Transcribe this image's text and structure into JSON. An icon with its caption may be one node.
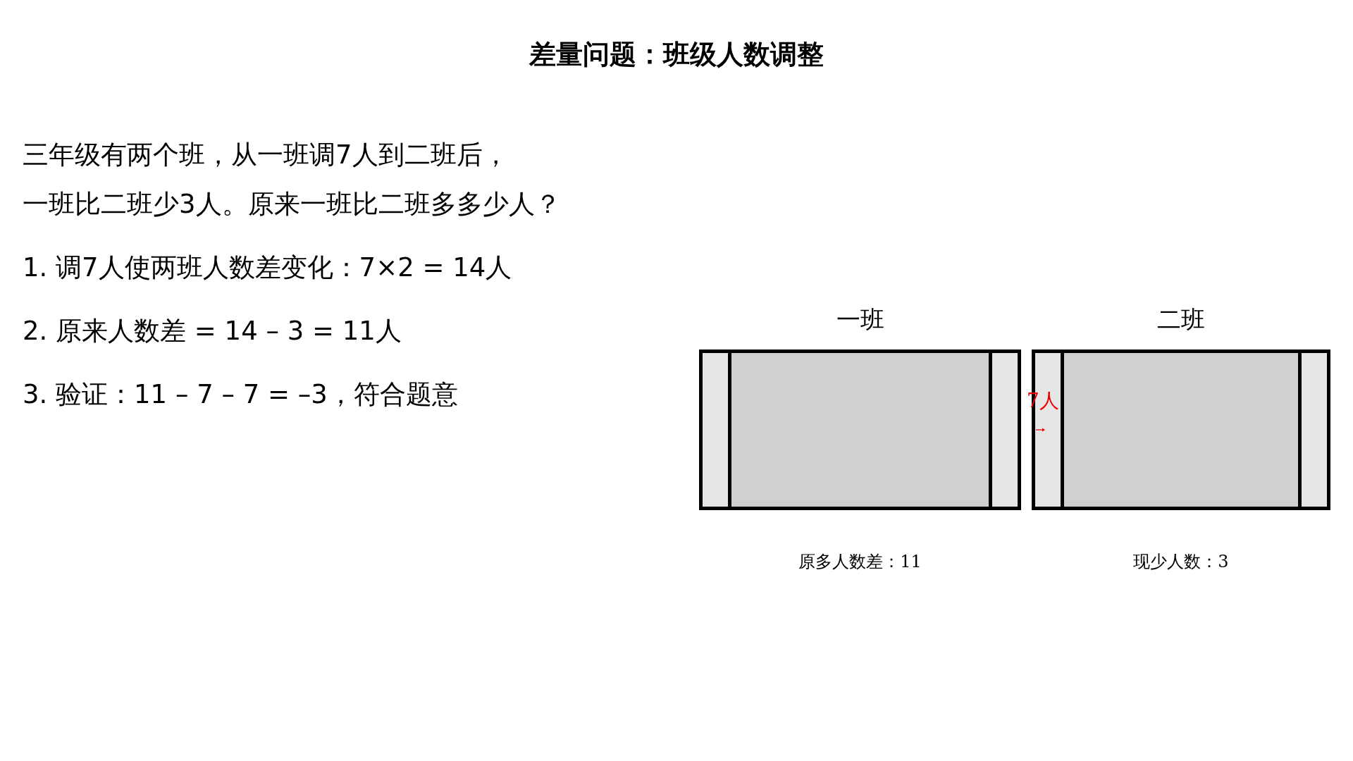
{
  "diagram": {
    "title": "差量问题：班级人数调整",
    "nodes": [
      {
        "text": [
          "一班"
        ],
        "beside": [
          "原多人数差：11"
        ]
      },
      {
        "text": [
          "二班"
        ],
        "beside": [
          "现少人数：3"
        ]
      }
    ],
    "labels": [
      "三年级有两个班，从一班调7人到二班后，",
      "一班比二班少3人。原来一班比二班多多少人？",
      "1. 调7人使两班人数差变化：7×2 = 14人",
      "2. 原来人数差 = 14 – 3 = 11人",
      "3. 验证：11 – 7 – 7 = –3，符合题意",
      "7人"
    ]
  }
}
